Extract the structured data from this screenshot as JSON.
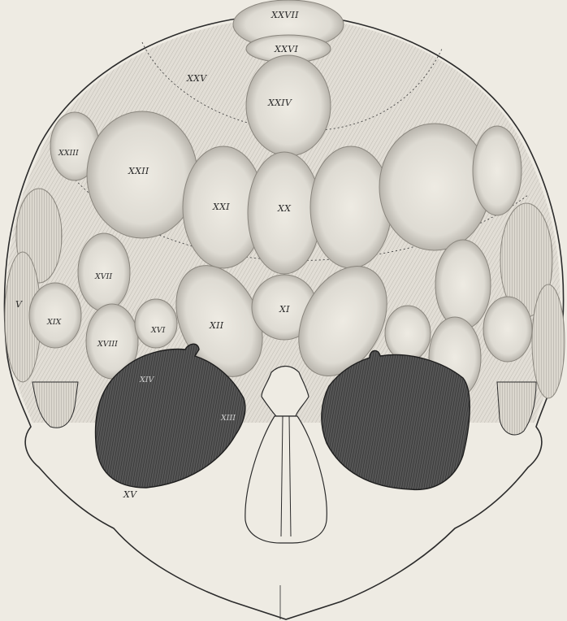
{
  "labels": {
    "xxvii": "XXVII",
    "xxvi": "XXVI",
    "xxv": "XXV",
    "xxiv": "XXIV",
    "xxiii": "XXIII",
    "xxii": "XXII",
    "xxi": "XXI",
    "xx": "XX",
    "xvii": "XVII",
    "v": "V",
    "xix": "XIX",
    "xviii": "XVIII",
    "xvi": "XVI",
    "xii": "XII",
    "xi": "XI",
    "xiv": "XIV",
    "xiii": "XIII",
    "xv": "XV"
  },
  "colors": {
    "paper": "#eeebe3",
    "line": "#2b2b2b",
    "orbit": "#3a3a3a",
    "tooth_fill": "#d9d6ce",
    "hatch": "#8d8a84"
  }
}
